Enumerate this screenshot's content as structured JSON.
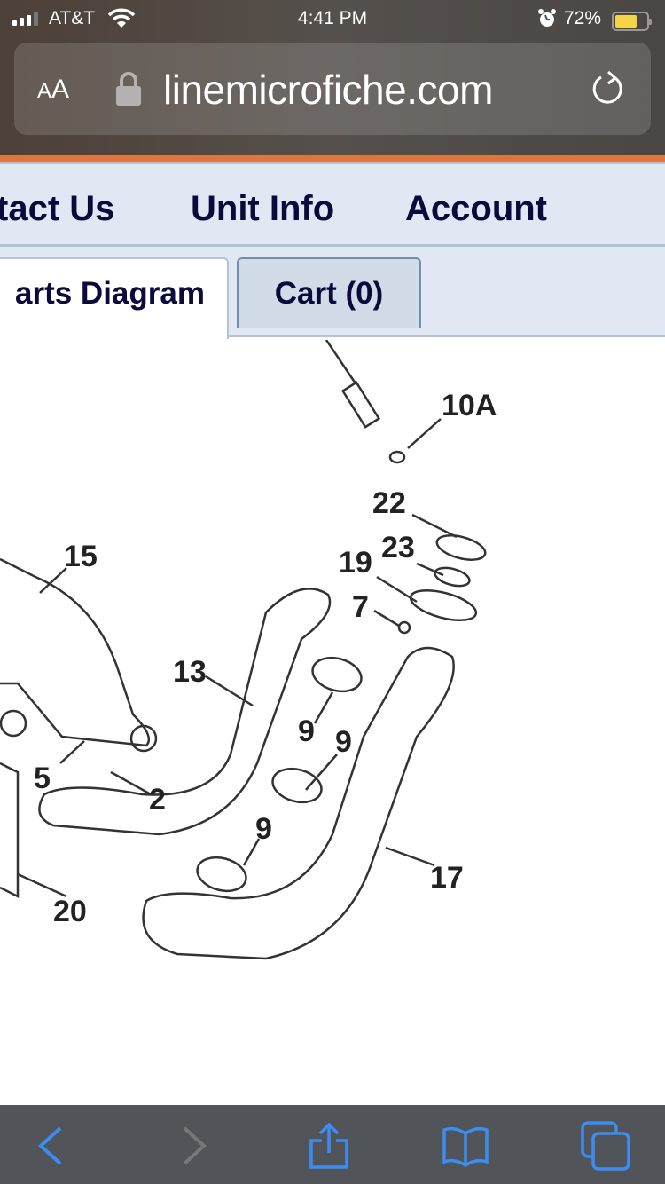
{
  "status_bar": {
    "carrier": "AT&T",
    "time": "4:41 PM",
    "battery_percent": "72%",
    "battery_level": 0.72,
    "icons": [
      "signal-icon",
      "wifi-icon",
      "alarm-icon",
      "battery-icon"
    ]
  },
  "browser": {
    "reader_label_small": "A",
    "reader_label_large": "A",
    "url": "linemicrofiche.com",
    "icons": [
      "lock-icon",
      "reload-icon"
    ]
  },
  "nav": {
    "items": [
      {
        "label": "tact Us"
      },
      {
        "label": "Unit Info"
      },
      {
        "label": "Account"
      }
    ]
  },
  "tabs": [
    {
      "label": "arts Diagram",
      "active": true
    },
    {
      "label": "Cart (0)",
      "active": false
    }
  ],
  "diagram": {
    "callouts": [
      "10A",
      "22",
      "23",
      "19",
      "7",
      "15",
      "13",
      "9",
      "9",
      "9",
      "5",
      "2",
      "17",
      "20"
    ]
  },
  "toolbar": {
    "icons": [
      "back-icon",
      "forward-icon",
      "share-icon",
      "bookmarks-icon",
      "tabs-icon"
    ]
  },
  "colors": {
    "accent_orange": "#e0763f",
    "nav_bg": "#e1e8f3",
    "nav_text": "#0a0a3c",
    "toolbar_blue": "#3d8cf0"
  }
}
